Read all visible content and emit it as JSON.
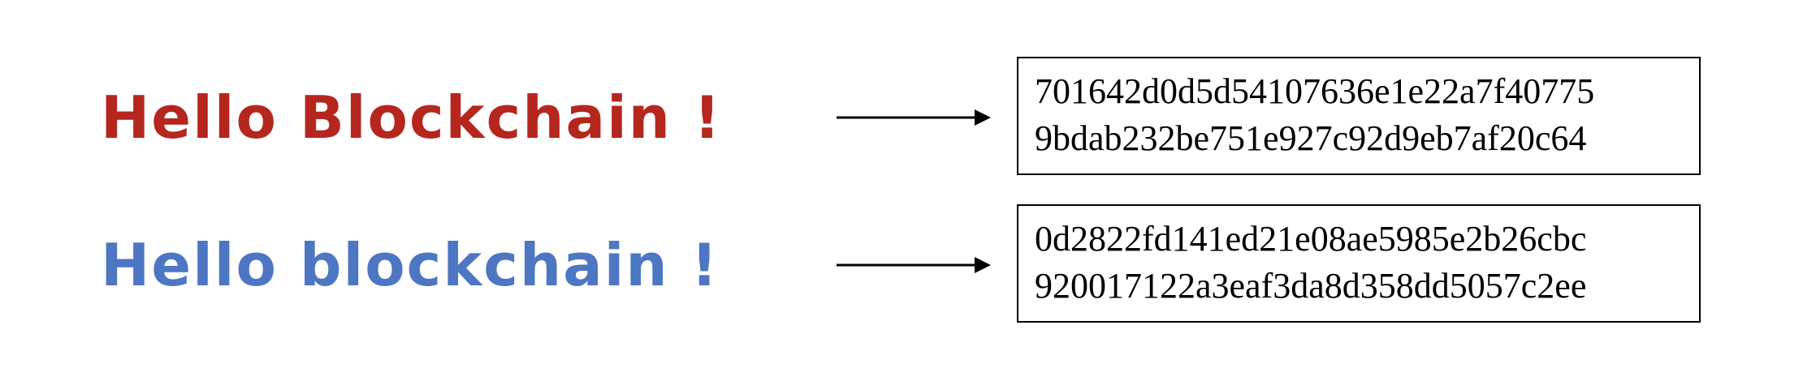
{
  "rows": [
    {
      "input": "Hello Blockchain !",
      "color": "#b5261e",
      "hash_lines": [
        "701642d0d5d54107636e1e22a7f40775",
        "9bdab232be751e927c92d9eb7af20c64"
      ]
    },
    {
      "input": "Hello blockchain !",
      "color": "#4d76c3",
      "hash_lines": [
        "0d2822fd141ed21e08ae5985e2b26cbc",
        "920017122a3eaf3da8d358dd5057c2ee"
      ]
    }
  ],
  "arrow_icon": "right-arrow-icon"
}
